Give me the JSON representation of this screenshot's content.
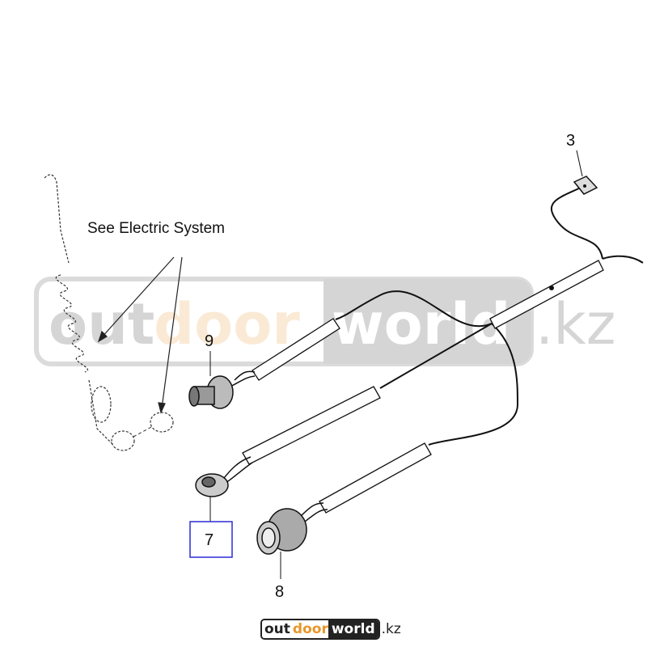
{
  "diagram": {
    "note": "See Electric System",
    "callouts": [
      {
        "id": "3",
        "label": "3"
      },
      {
        "id": "9",
        "label": "9"
      },
      {
        "id": "7",
        "label": "7",
        "highlighted": true
      },
      {
        "id": "8",
        "label": "8"
      }
    ],
    "highlight_color": "#2b2bd6"
  },
  "watermark": {
    "part1": "out",
    "part2": "door",
    "part3": "world",
    "part4": ".kz"
  },
  "logo": {
    "part1": "out",
    "part2": "door",
    "part3": "world",
    "part4": ".kz"
  }
}
